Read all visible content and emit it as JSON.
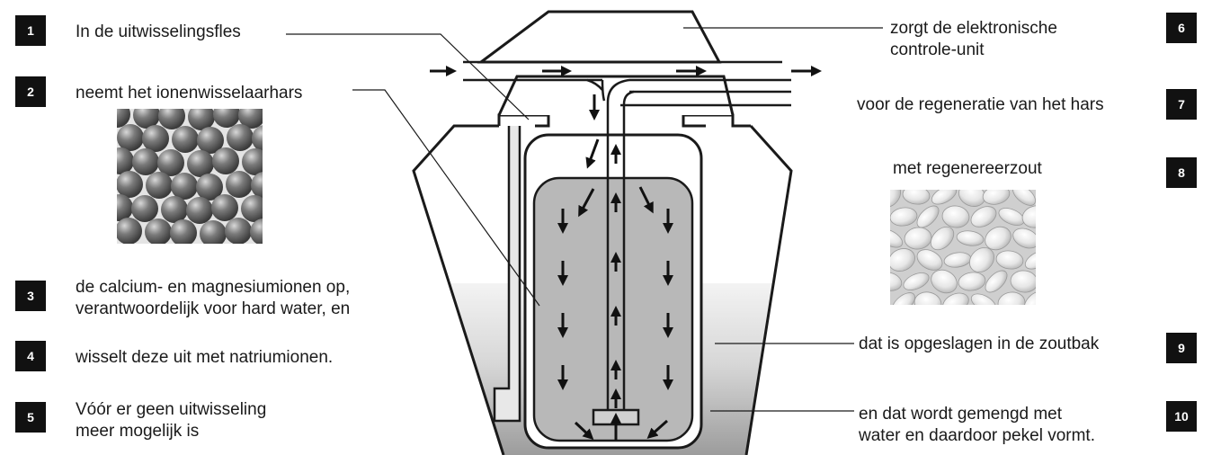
{
  "steps": [
    {
      "num": "1",
      "lines": [
        "In de uitwisselingsfles"
      ]
    },
    {
      "num": "2",
      "lines": [
        "neemt het ionenwisselaarhars"
      ]
    },
    {
      "num": "3",
      "lines": [
        "de calcium- en magnesiumionen op,",
        "verantwoordelijk voor hard water, en"
      ]
    },
    {
      "num": "4",
      "lines": [
        "wisselt deze uit met natriumionen."
      ]
    },
    {
      "num": "5",
      "lines": [
        "Vóór er geen uitwisseling",
        "meer mogelijk is"
      ]
    },
    {
      "num": "6",
      "lines": [
        "zorgt de elektronische",
        "controle-unit"
      ]
    },
    {
      "num": "7",
      "lines": [
        "voor de regeneratie van het hars"
      ]
    },
    {
      "num": "8",
      "lines": [
        "met regenereerzout"
      ]
    },
    {
      "num": "9",
      "lines": [
        "dat is opgeslagen in de zoutbak"
      ]
    },
    {
      "num": "10",
      "lines": [
        "en dat wordt gemengd met",
        "water en daardoor pekel vormt."
      ]
    }
  ],
  "images": [
    {
      "name": "resin-beads-photo"
    },
    {
      "name": "salt-tablets-photo"
    }
  ],
  "colors": {
    "badge": "#111111",
    "resin": "#b8b8b8",
    "brine_top": "#f2f2f2",
    "brine_bottom": "#9a9a9a",
    "line": "#1a1a1a"
  }
}
